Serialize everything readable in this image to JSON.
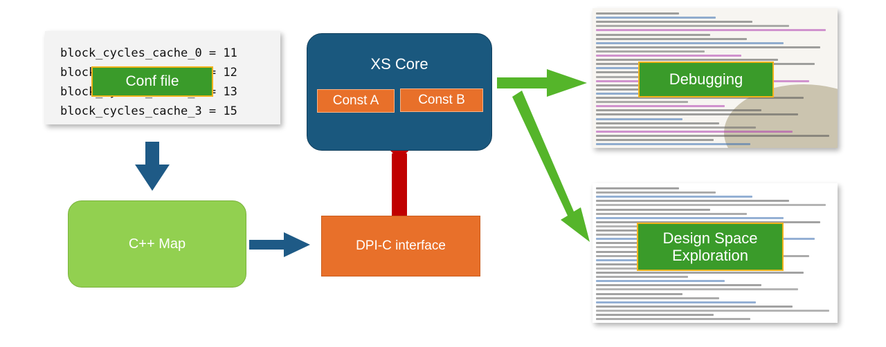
{
  "conf_file": {
    "lines": [
      "block_cycles_cache_0 = 11",
      "block_cycles_cache_1 = 12",
      "block_cycles_cache_2 = 13",
      "block_cycles_cache_3 = 15"
    ],
    "label": "Conf file"
  },
  "xs_core": {
    "title": "XS Core",
    "const_a": "Const A",
    "const_b": "Const B"
  },
  "cpp_map": {
    "label": "C++ Map"
  },
  "dpi_c": {
    "label": "DPI-C interface"
  },
  "debugging": {
    "label": "Debugging"
  },
  "dse": {
    "label": "Design Space Exploration"
  },
  "colors": {
    "navy": "#1a587e",
    "orange": "#e8702a",
    "light_green": "#92d050",
    "label_green": "#3a9b2a",
    "label_border": "#f2b21b",
    "red_arrow": "#c00000",
    "green_arrow": "#55b52a",
    "blue_arrow": "#1e5a86"
  }
}
